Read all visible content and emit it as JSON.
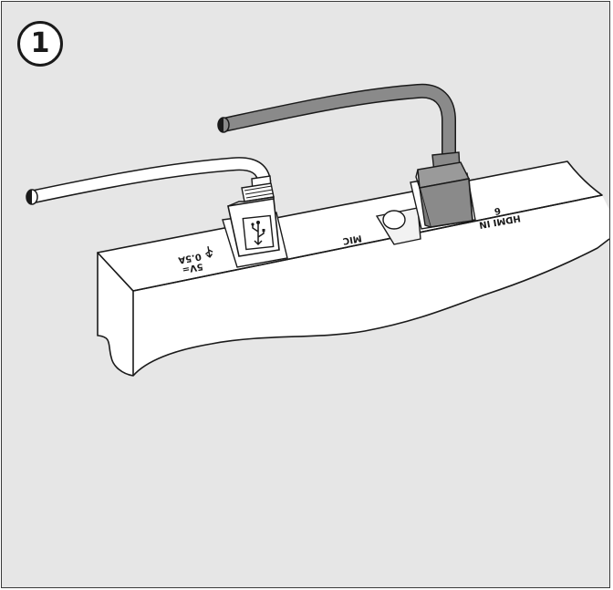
{
  "step": {
    "number": "1"
  },
  "labels": {
    "usb_voltage": "5V=",
    "usb_current": "0.5A",
    "mic": "MIC",
    "hdmi_port": "HDMI IN",
    "hdmi_number": "6"
  },
  "icons": {
    "usb_port_symbol": "usb-icon",
    "usb_plug_symbol": "usb-icon"
  },
  "colors": {
    "background": "#e6e6e6",
    "device_body": "#ffffff",
    "cable_gray": "#8a8a8a",
    "outline": "#1a1a1a"
  }
}
